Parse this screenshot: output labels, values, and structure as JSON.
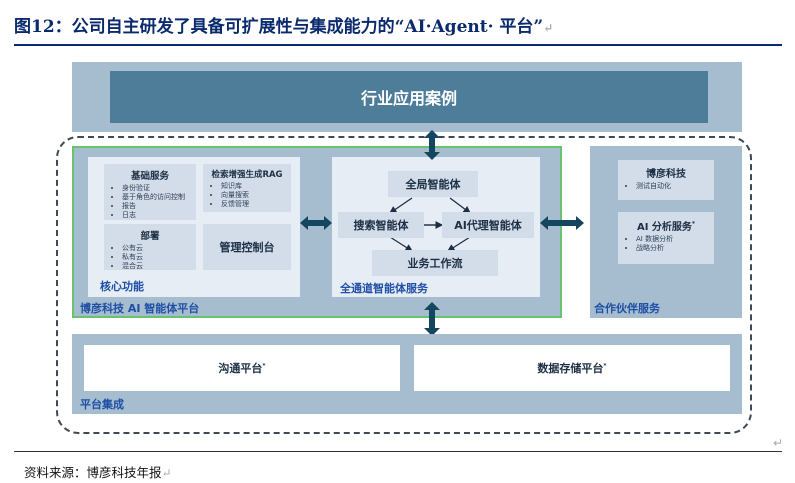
{
  "figure": {
    "title": "图12：公司自主研发了具备可扩展性与集成能力的“AI·Agent· 平台”",
    "return_mark": "↵"
  },
  "industry": {
    "label": "行业应用案例"
  },
  "core": {
    "label": "核心功能",
    "basic_services": {
      "title": "基础服务",
      "items": [
        "身份验证",
        "基于角色的访问控制",
        "报告",
        "日志"
      ]
    },
    "rag": {
      "title": "检索增强生成RAG",
      "items": [
        "知识库",
        "向量搜索",
        "反馈管理"
      ]
    },
    "deployment": {
      "title": "部署",
      "items": [
        "公有云",
        "私有云",
        "混合云"
      ]
    },
    "console": {
      "title": "管理控制台"
    }
  },
  "agent_service": {
    "label": "全通道智能体服务",
    "nodes": {
      "global": "全局智能体",
      "search": "搜索智能体",
      "proxy": "AI代理智能体",
      "workflow": "业务工作流"
    }
  },
  "ai_platform": {
    "label": "博彦科技 AI 智能体平台"
  },
  "partner": {
    "label": "合作伙伴服务",
    "boyan": {
      "title": "博彦科技",
      "items": [
        "测试自动化"
      ]
    },
    "ai_analysis": {
      "title": "AI 分析服务",
      "sup": "*",
      "items": [
        "AI 数据分析",
        "战略分析"
      ]
    }
  },
  "integration": {
    "label": "平台集成",
    "communication": {
      "label": "沟通平台",
      "sup": "*"
    },
    "storage": {
      "label": "数据存储平台",
      "sup": "*"
    }
  },
  "source": {
    "text": "资料来源：博彦科技年报"
  },
  "colors": {
    "title_blue": "#0b2a6e",
    "industry_bar": "#4d7d99",
    "panel_bg": "#a6bdd0",
    "card": "#d3dde9",
    "green_border": "#6cc26c",
    "arrow": "#15465f"
  }
}
